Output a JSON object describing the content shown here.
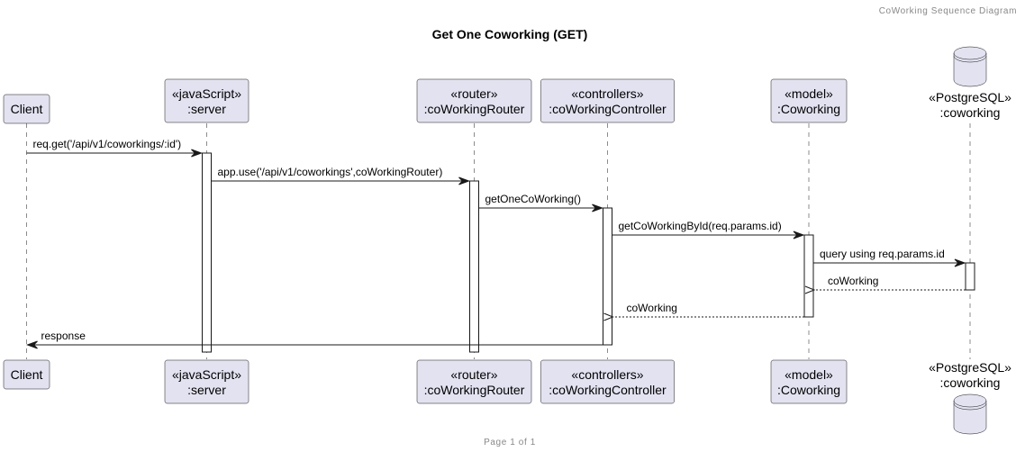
{
  "header": "CoWorking Sequence Diagram",
  "title": "Get One Coworking (GET)",
  "footer": "Page 1 of 1",
  "participants": [
    {
      "id": "client",
      "lines": [
        "Client"
      ],
      "shape": "box"
    },
    {
      "id": "server",
      "lines": [
        "«javaScript»",
        ":server"
      ],
      "shape": "box"
    },
    {
      "id": "router",
      "lines": [
        "«router»",
        ":coWorkingRouter"
      ],
      "shape": "box"
    },
    {
      "id": "controller",
      "lines": [
        "«controllers»",
        ":coWorkingController"
      ],
      "shape": "box"
    },
    {
      "id": "model",
      "lines": [
        "«model»",
        ":Coworking"
      ],
      "shape": "box"
    },
    {
      "id": "database",
      "lines": [
        "«PostgreSQL»",
        ":coworking"
      ],
      "shape": "database"
    }
  ],
  "messages": [
    {
      "from": "client",
      "to": "server",
      "label": "req.get('/api/v1/coworkings/:id')",
      "type": "sync"
    },
    {
      "from": "server",
      "to": "router",
      "label": "app.use('/api/v1/coworkings',coWorkingRouter)",
      "type": "sync"
    },
    {
      "from": "router",
      "to": "controller",
      "label": "getOneCoWorking()",
      "type": "sync"
    },
    {
      "from": "controller",
      "to": "model",
      "label": "getCoWorkingById(req.params.id)",
      "type": "sync"
    },
    {
      "from": "model",
      "to": "database",
      "label": "query using req.params.id",
      "type": "sync"
    },
    {
      "from": "database",
      "to": "model",
      "label": "coWorking",
      "type": "return"
    },
    {
      "from": "model",
      "to": "controller",
      "label": "coWorking",
      "type": "return"
    },
    {
      "from": "controller",
      "to": "client",
      "label": "response",
      "type": "sync"
    }
  ],
  "colors": {
    "participant_fill": "#e2e2f0",
    "line": "#181818",
    "activation_fill": "#ffffff"
  }
}
